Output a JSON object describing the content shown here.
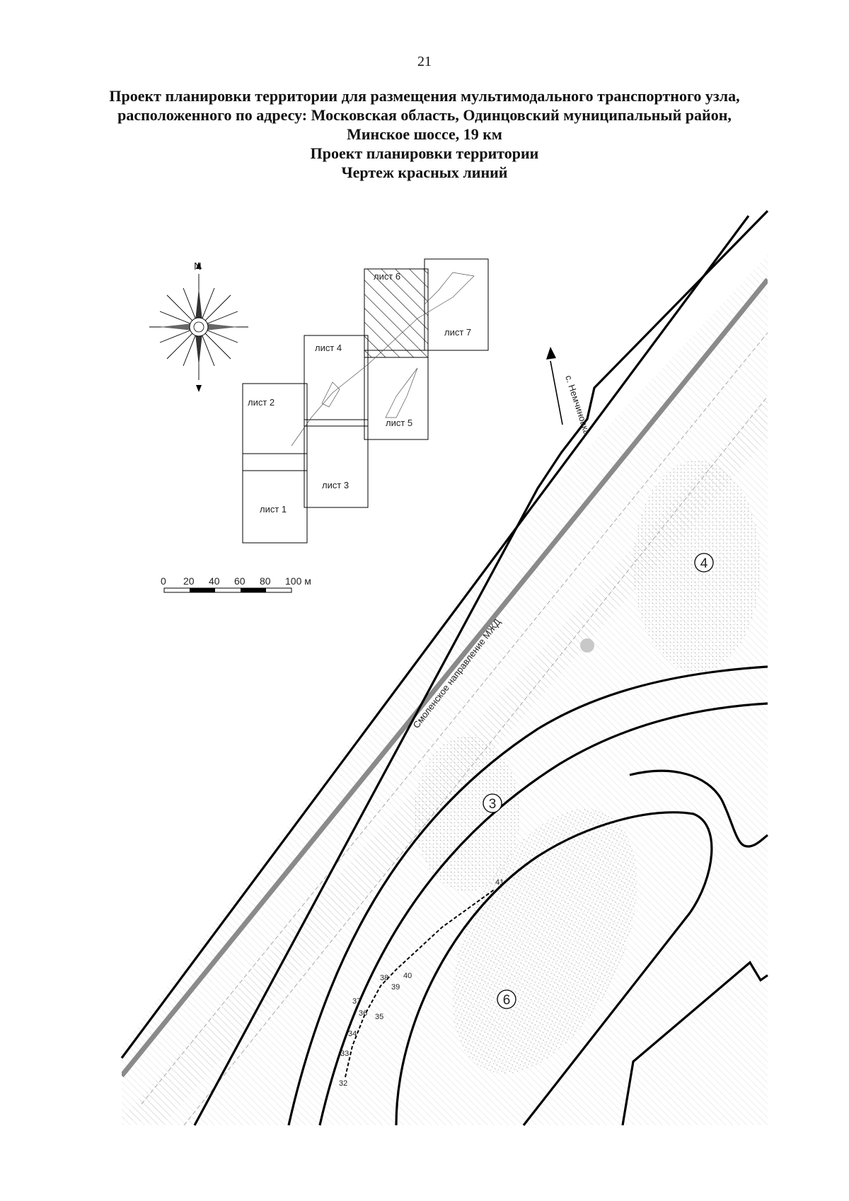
{
  "page": {
    "number": "21"
  },
  "title": {
    "line1": "Проект планировки территории для размещения мультимодального транспортного узла,",
    "line2": "расположенного по адресу: Московская область, Одинцовский муниципальный район,",
    "line3": "Минское шоссе, 19 км",
    "line4": "Проект планировки территории",
    "line5": "Чертеж красных линий"
  },
  "compass": {
    "north": "N"
  },
  "index_map": {
    "sheets": [
      "лист 1",
      "лист 2",
      "лист 3",
      "лист 4",
      "лист 5",
      "лист 6",
      "лист 7"
    ],
    "current_sheet": "лист 6"
  },
  "scale_bar": {
    "ticks": [
      "0",
      "20",
      "40",
      "60",
      "80",
      "100 м"
    ]
  },
  "map": {
    "railway_label": "Смоленское направление МЖД",
    "direction_label": "с. Немчиновка",
    "zones": [
      "3",
      "4",
      "6"
    ],
    "points": [
      "32",
      "33",
      "34",
      "35",
      "36",
      "37",
      "38",
      "39",
      "40",
      "41"
    ]
  },
  "colors": {
    "red_line": "#000000",
    "railway": "#8a8a8a",
    "hatch": "#bdbdbd"
  }
}
